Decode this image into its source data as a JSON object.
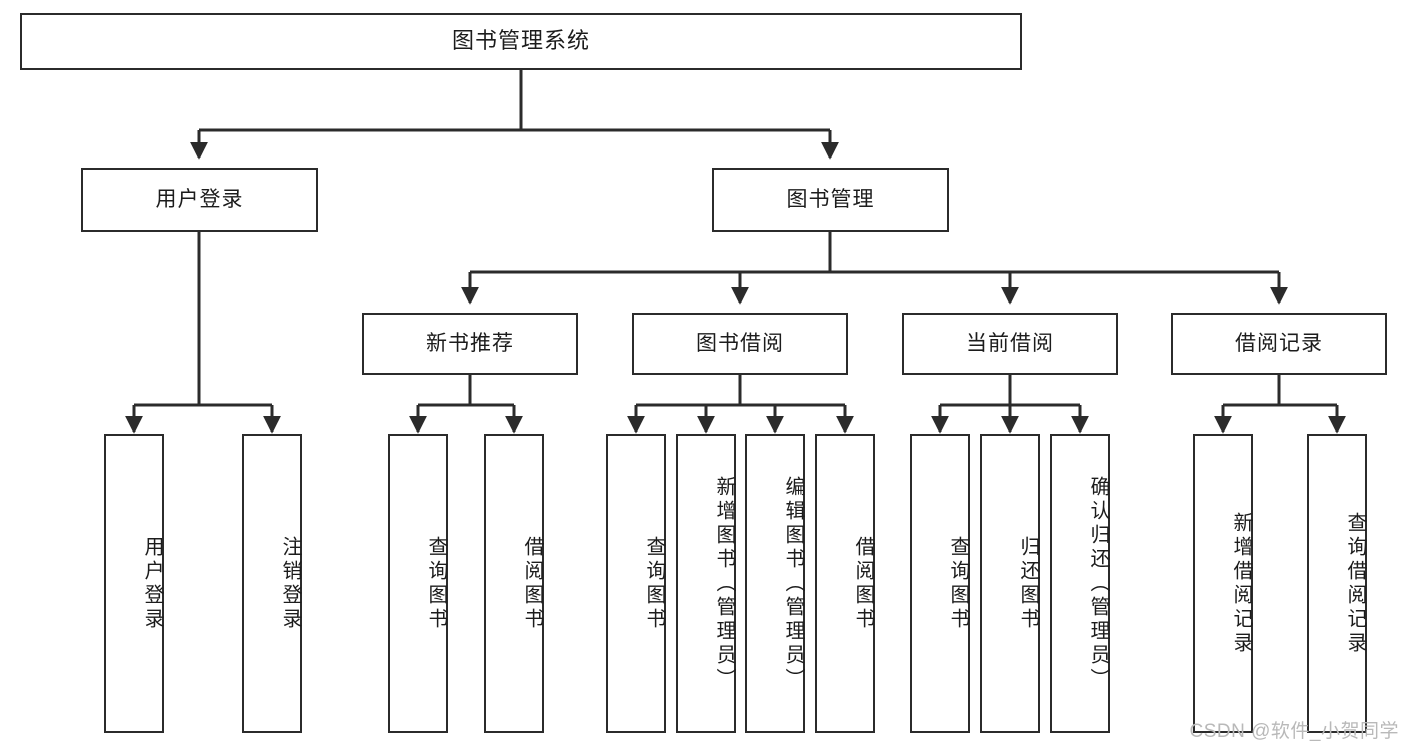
{
  "diagram": {
    "title": "图书管理系统",
    "type": "tree-hierarchy-chart",
    "background_color": "#ffffff",
    "line_color": "#2b2b2b",
    "box_fill": "#ffffff",
    "root": {
      "label": "图书管理系统"
    },
    "level2": [
      {
        "id": "user-login",
        "label": "用户登录"
      },
      {
        "id": "book-management",
        "label": "图书管理"
      }
    ],
    "level3": [
      {
        "id": "new-book-recommend",
        "label": "新书推荐"
      },
      {
        "id": "book-borrow",
        "label": "图书借阅"
      },
      {
        "id": "current-borrow",
        "label": "当前借阅"
      },
      {
        "id": "borrow-record",
        "label": "借阅记录"
      }
    ],
    "leaves": {
      "user-login": [
        {
          "id": "leaf-user-login",
          "label": "用户登录"
        },
        {
          "id": "leaf-user-logout",
          "label": "注销登录"
        }
      ],
      "new-book-recommend": [
        {
          "id": "leaf-query-book-1",
          "label": "查询图书"
        },
        {
          "id": "leaf-borrow-book-1",
          "label": "借阅图书"
        }
      ],
      "book-borrow": [
        {
          "id": "leaf-query-book-2",
          "label": "查询图书"
        },
        {
          "id": "leaf-add-book",
          "label": "新增图书（管理员）"
        },
        {
          "id": "leaf-edit-book",
          "label": "编辑图书（管理员）"
        },
        {
          "id": "leaf-borrow-book-2",
          "label": "借阅图书"
        }
      ],
      "current-borrow": [
        {
          "id": "leaf-query-book-3",
          "label": "查询图书"
        },
        {
          "id": "leaf-return-book",
          "label": "归还图书"
        },
        {
          "id": "leaf-confirm-return",
          "label": "确认归还（管理员）"
        }
      ],
      "borrow-record": [
        {
          "id": "leaf-add-record",
          "label": "新增借阅记录"
        },
        {
          "id": "leaf-query-record",
          "label": "查询借阅记录"
        }
      ]
    }
  },
  "watermark": {
    "text": "CSDN @软件_小贺同学",
    "color": "#b9b9b9"
  }
}
